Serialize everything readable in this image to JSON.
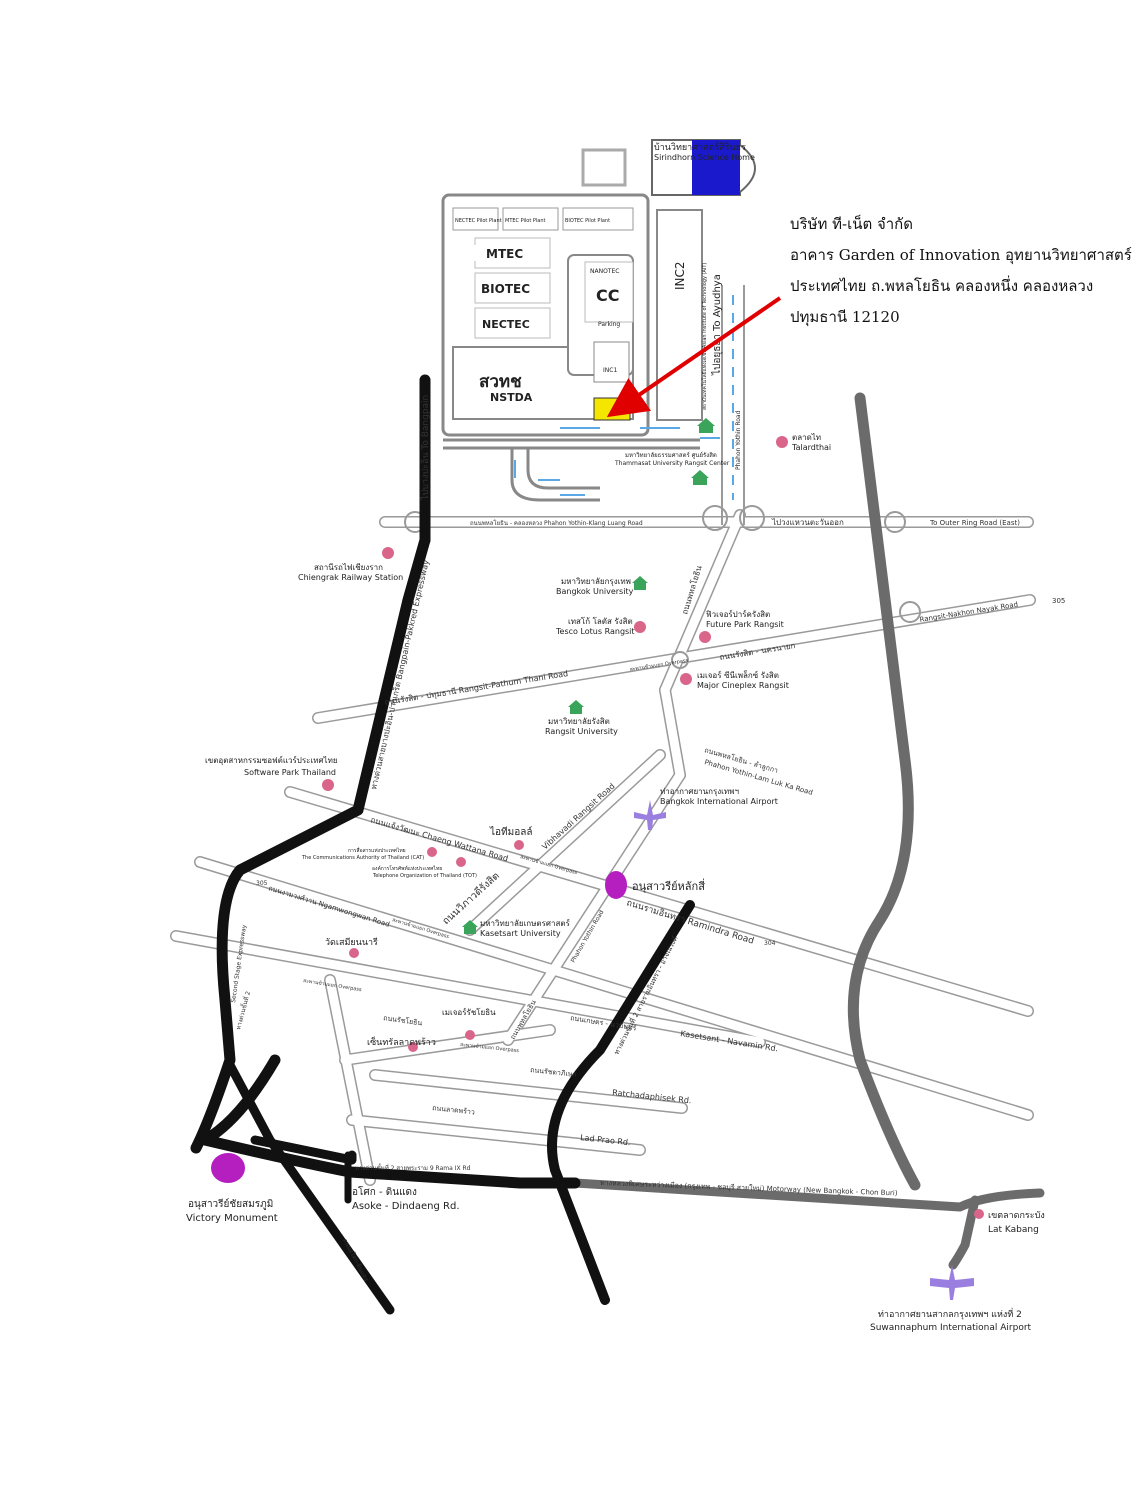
{
  "address": {
    "line1": "บริษัท ที-เน็ต จำกัด",
    "line2": "อาคาร Garden of Innovation อุทยานวิทยาศาสตร์",
    "line3": "ประเทศไทย ถ.พหลโยธิน คลองหนึ่ง คลองหลวง",
    "line4": "ปทุมธานี 12120"
  },
  "campus": {
    "science_home_th": "บ้านวิทยาศาสตร์สิรินธร",
    "science_home_en": "Sirindhorn Science Home",
    "nectec_pilot": "NECTEC Pilot Plant",
    "mtec_pilot": "MTEC Pilot Plant",
    "biotec_pilot": "BIOTEC Pilot Plant",
    "mtec": "MTEC",
    "biotec": "BIOTEC",
    "nectec": "NECTEC",
    "nanotec": "NANOTEC",
    "cc": "CC",
    "parking": "Parking",
    "inc1": "INC1",
    "inc2": "INC2",
    "nstda_th": "สวทช",
    "nstda_en": "NSTDA",
    "to_ayudhya": "ไปอยุธยา To Ayudhya",
    "ait": "สถาบันเทคโนโลยีแห่งเอเชีย Asian Institute of Technology (AIT)",
    "thammasat_th": "มหาวิทยาลัยธรรมศาสตร์ ศูนย์รังสิต",
    "thammasat_en": "Thammasat University Rangsit Center",
    "talardthai_th": "ตลาดไท",
    "talardthai_en": "Talardthai",
    "phahon_road_v": "Phahon Yothin Road"
  },
  "roads": {
    "to_bangpain": "ไปบางปะอิน To Bangpain",
    "kl_road": "ถนนพหลโยธิน - คลองหลวง Phahon Yothin-Klang Luang Road",
    "outer_ring_th": "ไปวงแหวนตะวันออก",
    "outer_ring_en": "To Outer Ring Road (East)",
    "bangpain_expwy": "ทางด่วนสายบางปะอิน-ปากเกร็ด Bangpain-Pakkred Expressway",
    "phahon_th": "ถนนพหลโยธิน",
    "rangsit_nakhon": "Rangsit-Nakhon Nayak Road",
    "rangsit_nakhon_th": "ถนนรังสิต - นครนายก",
    "route305": "305",
    "overpass1": "สะพานข้ามแยก Overpass",
    "rangsit_pathum": "ถนนรังสิต - ปทุมธานี Rangsit-Pathum Thani Road",
    "lamlukka_th": "ถนนพหลโยธิน - ลำลูกกา",
    "lamlukka_en": "Phahon Yothin-Lam Luk Ka Road",
    "vibhavadi": "Vibhavadi Rangsit Road",
    "chaeng": "ถนนแจ้งวัฒนะ Chaeng Wattana Road",
    "overpass2": "สะพานข้ามแยก Overpass",
    "vibhavadi_th": "ถนนวิภาวดีรังสิต",
    "ramindra": "ถนนรามอินทรา Ramindra Road",
    "route304": "304",
    "ngamwong": "ถนนงามวงศ์วาน Ngamwongwan Road",
    "route305b": "305",
    "overpass3": "สะพานข้ามแยก Overpass",
    "phahon_road": "Phahon Yothin Road",
    "kaset_navamin_th": "ถนนเกษตร - นวมินทร์",
    "kaset_navamin_en": "Kasetsant - Navamin Rd.",
    "second_stage": "Second Stage Expressway",
    "overpass4": "สะพานข้ามแยก Overpass",
    "ratchada_th": "ถนนรัชโยธิน",
    "phahon_th2": "ถนนพหลโยธิน",
    "overpass5": "สะพานข้ามแยก Overpass",
    "ratchada_en_th": "ถนนรัชดาภิเษก",
    "ratchada_en": "Ratchadaphisek Rd.",
    "ladprao_th": "ถนนลาดพร้าว",
    "ladprao_en": "Lad Prao Rd.",
    "rama9": "ทางด่วนขั้นที่ 2 สายพระราม 9 Rama IX Rd",
    "motorway": "ทางหลวงพิเศษระหว่างเมือง (กรุงเทพ - ชลบุรี สายใหม่) Motorway (New Bangkok - Chon Buri)",
    "expwy2": "ทางด่วนขั้นที่ 2 สายรามอินทรา - อาจณรงค์",
    "expwy_left": "ทางด่วนขั้นที่ 2",
    "asoke_dd": "ถนนอโศก-ดินแดง",
    "asoke_th": "อโศก - ดินแดง",
    "asoke_en": "Asoke - Dindaeng Rd."
  },
  "places": {
    "chiengrak_th": "สถานีรถไฟเชียงราก",
    "chiengrak_en": "Chiengrak Railway Station",
    "bu_th": "มหาวิทยาลัยกรุงเทพ",
    "bu_en": "Bangkok University",
    "tesco_th": "เทสโก้ โลตัส รังสิต",
    "tesco_en": "Tesco Lotus Rangsit",
    "future_th": "ฟิวเจอร์ปาร์ครังสิต",
    "future_en": "Future Park Rangsit",
    "major_th": "เมเจอร์ ซีนีเพล็กซ์ รังสิต",
    "major_en": "Major Cineplex Rangsit",
    "rsu_th": "มหาวิทยาลัยรังสิต",
    "rsu_en": "Rangsit University",
    "swp_th": "เขตอุตสาหกรรมซอฟต์แวร์ประเทศไทย",
    "swp_en": "Software Park Thailand",
    "airport_th": "ท่าอากาศยานกรุงเทพฯ",
    "airport_en": "Bangkok International Airport",
    "itmall": "ไอทีมอลล์",
    "cat_th": "การสื่อสารแห่งประเทศไทย",
    "cat_en": "The Communications Authority of Thailand (CAT)",
    "tot_th": "องค์การโทรศัพท์แห่งประเทศไทย",
    "tot_en": "Telephone Organization of Thailand (TOT)",
    "laksi": "อนุสาวรีย์หลักสี่",
    "ku_th": "มหาวิทยาลัยเกษตรศาสตร์",
    "ku_en": "Kasetsart University",
    "wat": "วัดเสมียนนารี",
    "major_rat": "เมเจอร์รัชโยธิน",
    "central_lp": "เซ็นทรัลลาดพร้าว",
    "victory_th": "อนุสาวรีย์ชัยสมรภูมิ",
    "victory_en": "Victory Monument",
    "latkabang_th": "เขตลาดกระบัง",
    "latkabang_en": "Lat Kabang",
    "suvarnabhumi_th": "ท่าอากาศยานสากลกรุงเทพฯ แห่งที่ 2",
    "suvarnabhumi_en": "Suwannaphum International Airport"
  },
  "colors": {
    "expressway": "#111111",
    "motorway": "#6b6b6b",
    "road_outline": "#9a9a9a",
    "poi": "#d9658a",
    "monument": "#b51fbf",
    "university": "#3aa55a",
    "airport": "#9b7fe0",
    "arrow": "#e00000",
    "target": "#f5e600",
    "science_home": "#1a1acc"
  }
}
